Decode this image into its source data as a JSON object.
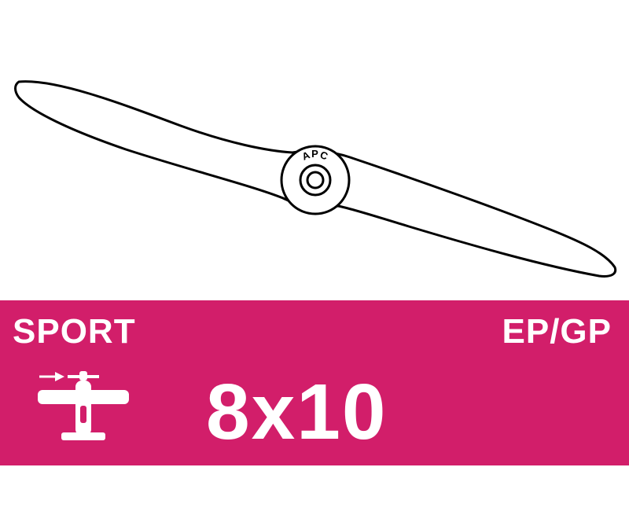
{
  "propeller": {
    "brand_logo": "APC",
    "outline_color": "#000000",
    "fill_color": "#ffffff"
  },
  "banner": {
    "background_color": "#d21e6a",
    "text_color": "#ffffff",
    "category": "SPORT",
    "fuel_type": "EP/GP",
    "size": "8x10",
    "icon": "airplane-icon"
  }
}
